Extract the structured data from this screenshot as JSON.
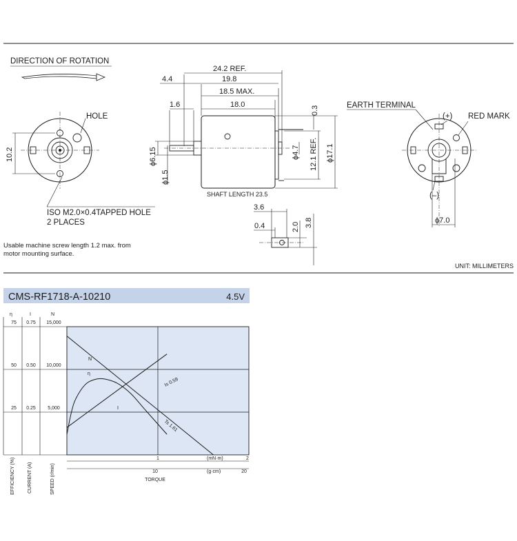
{
  "drawing": {
    "direction_title": "DIRECTION OF ROTATION",
    "hole_label": "HOLE",
    "tapped_hole_line1": "ISO M2.0×0.4TAPPED HOLE",
    "tapped_hole_line2": "2 PLACES",
    "screw_note_line1": "Usable machine screw length 1.2 max. from",
    "screw_note_line2": "motor mounting surface.",
    "front_dim_10_2": "10.2",
    "dims": {
      "d24_2": "24.2 REF.",
      "d4_4": "4.4",
      "d19_8": "19.8",
      "d18_5": "18.5 MAX.",
      "d1_6": "1.6",
      "d18_0": "18.0",
      "d0_3": "0.3",
      "phi6_15": "ϕ6.15",
      "phi1_5": "ϕ1.5",
      "phi4_7": "ϕ4.7",
      "d12_1": "12.1 REF.",
      "phi17_1": "ϕ17.1",
      "shaft_length": "SHAFT LENGTH 23.5",
      "d3_6": "3.6",
      "d0_4": "0.4",
      "d2_0": "2.0",
      "d3_8": "3.8",
      "phi7_0": "ϕ7.0"
    },
    "earth_terminal": "EARTH TERMINAL",
    "plus_mark": "(+)",
    "minus_mark": "(–)",
    "red_mark": "RED MARK",
    "unit_note": "UNIT: MILLIMETERS"
  },
  "model_bar": {
    "model": "CMS-RF1718-A-10210",
    "voltage": "4.5V",
    "bg_color": "#c5d3ea"
  },
  "chart_panel": {
    "bg_color": "#dde6f4",
    "header_eta": "η",
    "header_i": "I",
    "header_n": "N",
    "eff_ticks": [
      "75",
      "50",
      "25"
    ],
    "cur_ticks": [
      "0.75",
      "0.50",
      "0.25"
    ],
    "spd_ticks": [
      "15,000",
      "10,000",
      "5,000"
    ],
    "axis_label_efficiency": "EFFICIENCY (%)",
    "axis_label_current": "CURRENT (A)",
    "axis_label_speed": "SPEED (r/min)",
    "xlabel": "TORQUE",
    "torque_mnm_unit": "(mN·m)",
    "torque_gcm_unit": "(g·cm)",
    "torque_mnm_ticks": [
      "1",
      "2"
    ],
    "torque_gcm_ticks": [
      "10",
      "20"
    ],
    "label_N": "N",
    "label_eta": "η",
    "label_I": "I",
    "label_Is": "Is 0.59",
    "label_Ts": "Ts 1.61"
  },
  "chart_data": {
    "type": "line",
    "title": "CMS-RF1718-A-10210",
    "xlabel": "TORQUE",
    "x_unit": "mN·m",
    "xlim": [
      0,
      2
    ],
    "y_axes": [
      {
        "name": "EFFICIENCY (%)",
        "range": [
          0,
          75
        ]
      },
      {
        "name": "CURRENT (A)",
        "range": [
          0,
          0.75
        ]
      },
      {
        "name": "SPEED (r/min)",
        "range": [
          0,
          15000
        ]
      }
    ],
    "grid": true,
    "series": [
      {
        "name": "N",
        "axis": "SPEED (r/min)",
        "x": [
          0,
          1.61
        ],
        "y": [
          13900,
          0
        ]
      },
      {
        "name": "I",
        "axis": "CURRENT (A)",
        "x": [
          0,
          1.1
        ],
        "y": [
          0.16,
          0.59
        ]
      },
      {
        "name": "η",
        "axis": "EFFICIENCY (%)",
        "x": [
          0,
          0.05,
          0.1,
          0.2,
          0.3,
          0.4,
          0.55,
          0.7,
          0.85,
          1.0,
          1.1
        ],
        "y": [
          12,
          25,
          33,
          41,
          44,
          44.5,
          42,
          36,
          27,
          18,
          12
        ]
      }
    ],
    "annotations": [
      "Is 0.59",
      "Ts 1.61"
    ]
  }
}
